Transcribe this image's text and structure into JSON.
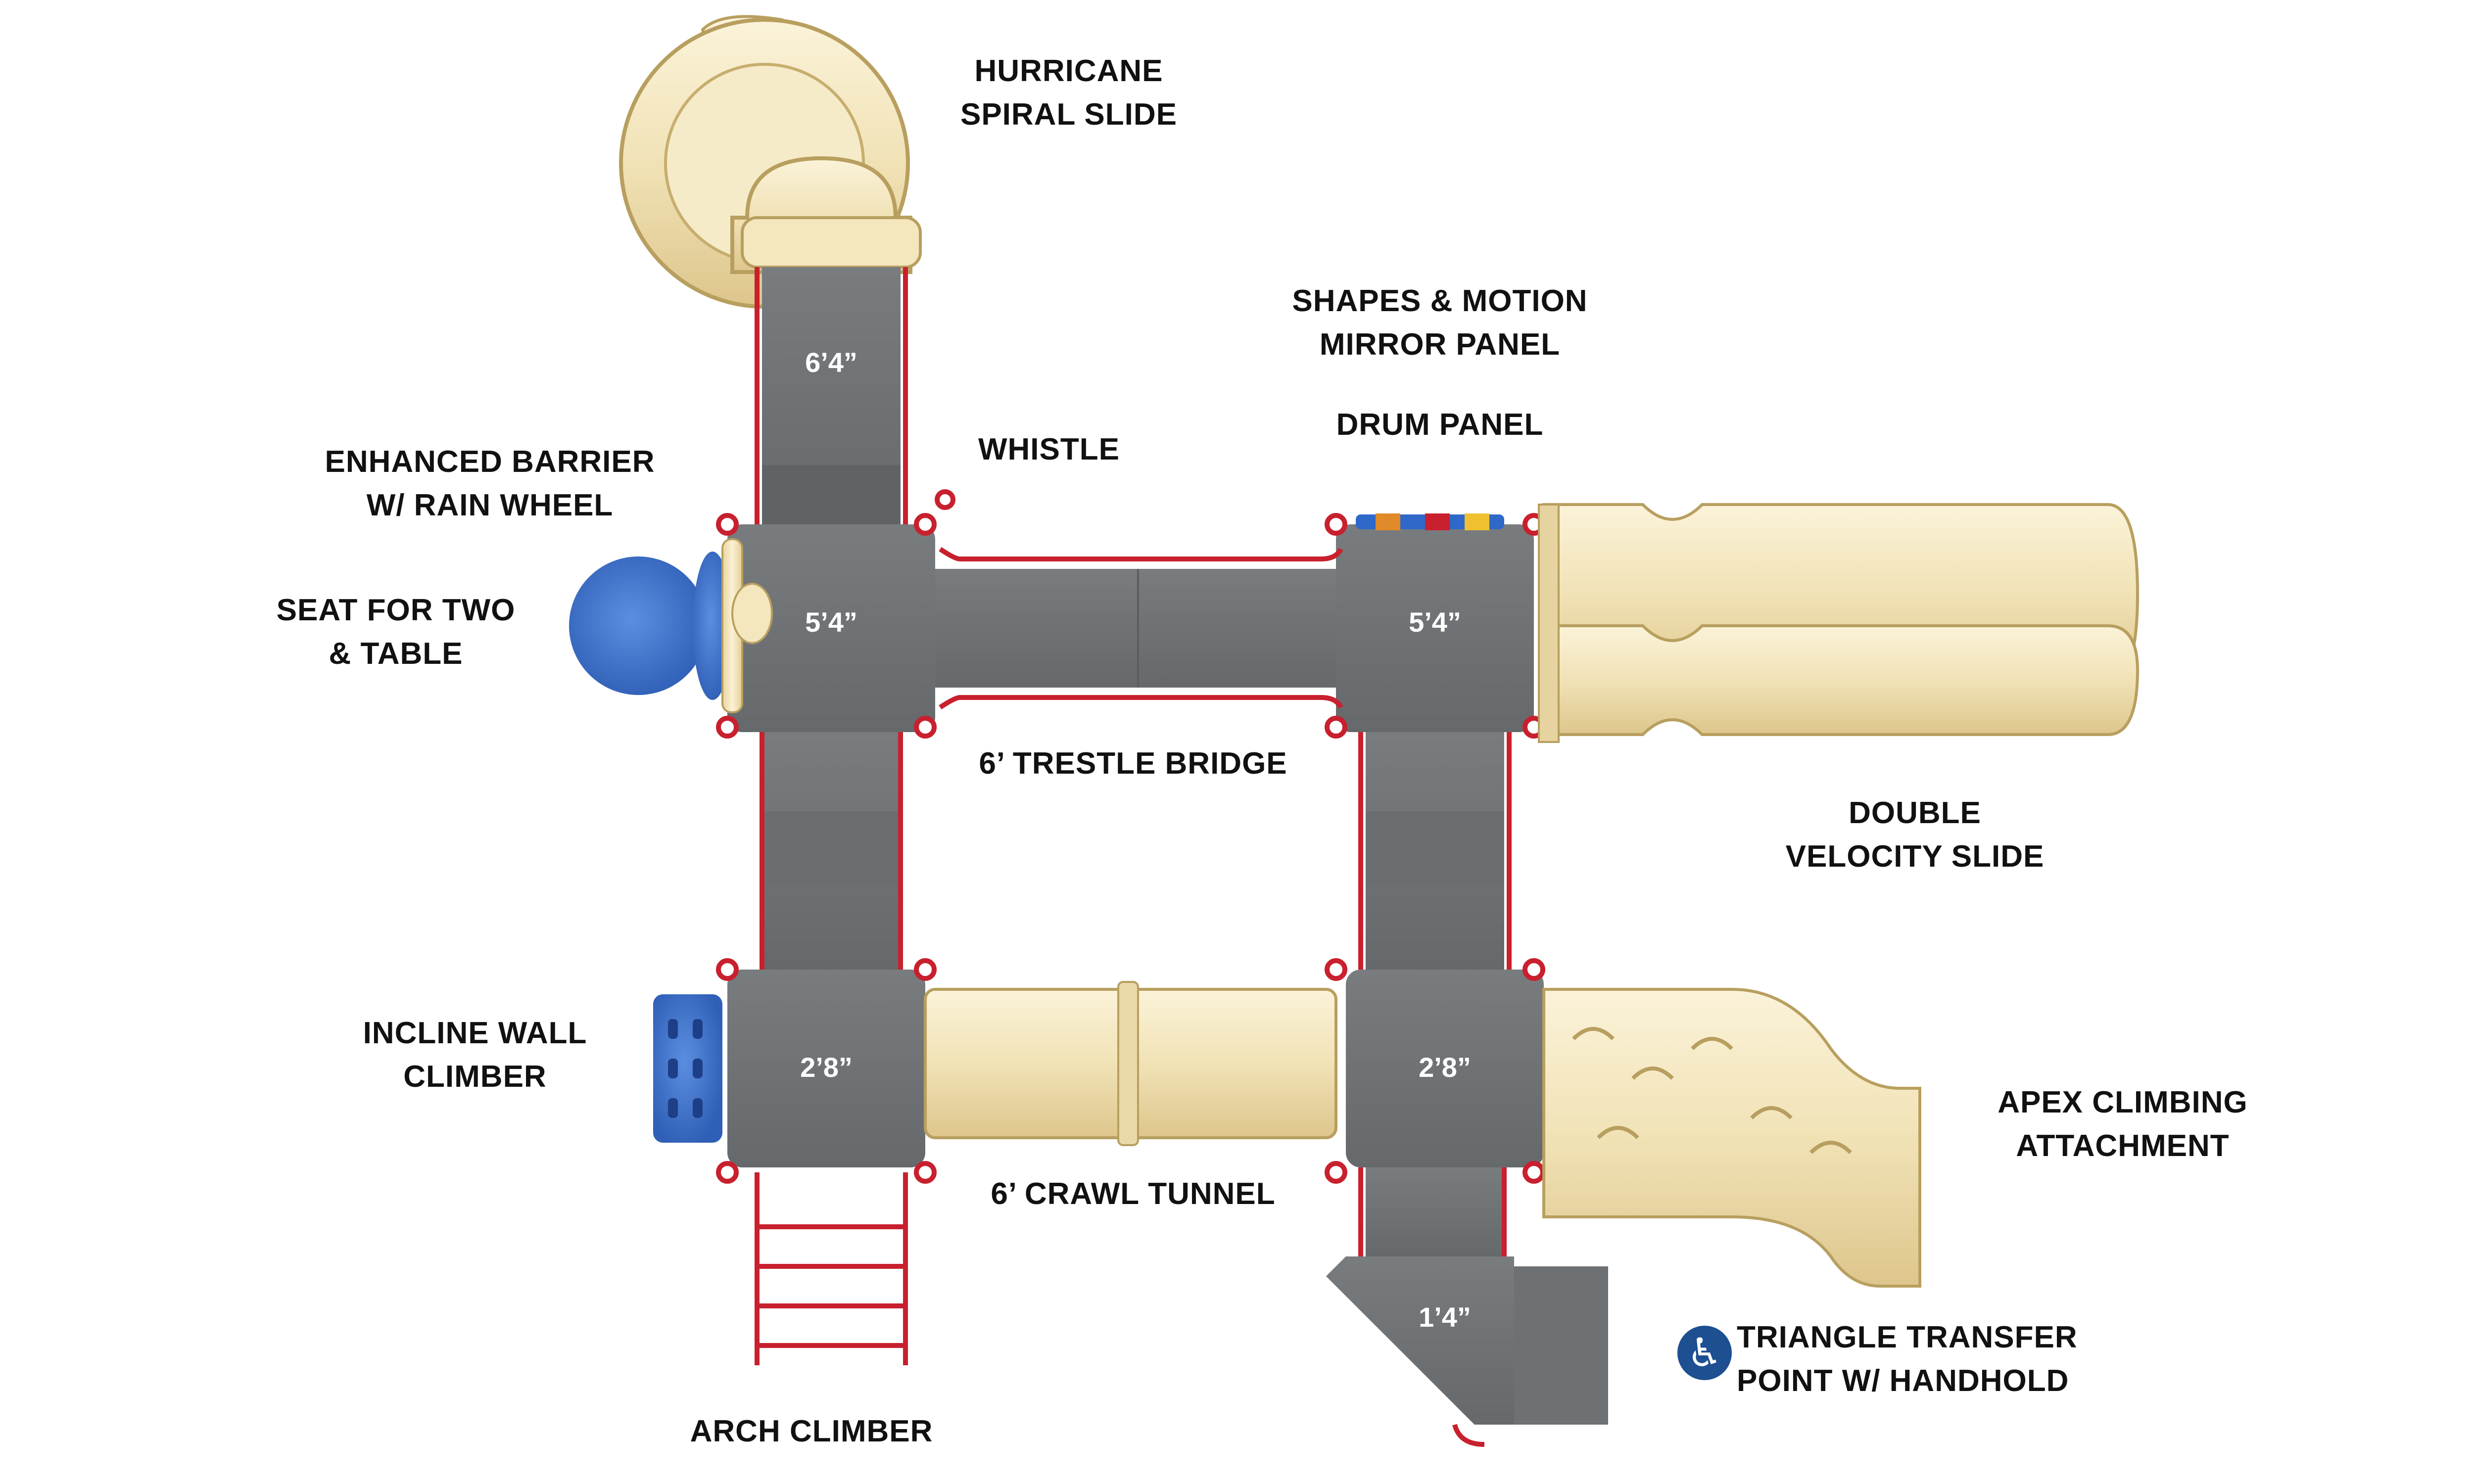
{
  "colors": {
    "deck": "#6f7375",
    "deck_dark": "#5d6163",
    "tan": "#f3e6bf",
    "tan_dark": "#d9c48c",
    "rail_red": "#c8202e",
    "blue": "#2f68c9",
    "a11y_blue": "#1d4f91"
  },
  "labels": {
    "hurricane_1": "HURRICANE",
    "hurricane_2": "SPIRAL SLIDE",
    "shapes_1": "SHAPES & MOTION",
    "shapes_2": "MIRROR PANEL",
    "drum": "DRUM PANEL",
    "whistle": "WHISTLE",
    "barrier_1": "ENHANCED BARRIER",
    "barrier_2": "W/ RAIN WHEEL",
    "seat_1": "SEAT FOR TWO",
    "seat_2": "& TABLE",
    "trestle": "6’ TRESTLE BRIDGE",
    "double_1": "DOUBLE",
    "double_2": "VELOCITY SLIDE",
    "incline_1": "INCLINE WALL",
    "incline_2": "CLIMBER",
    "apex_1": "APEX CLIMBING",
    "apex_2": "ATTACHMENT",
    "crawl": "6’ CRAWL TUNNEL",
    "triangle_1": "TRIANGLE TRANSFER",
    "triangle_2": "POINT W/ HANDHOLD",
    "arch": "ARCH CLIMBER"
  },
  "heights": {
    "top_deck": "6’4”",
    "left_mid_deck": "5’4”",
    "right_mid_deck": "5’4”",
    "left_low_deck": "2’8”",
    "right_low_deck": "2’8”",
    "transfer_deck": "1’4”"
  },
  "icons": {
    "accessibility": "wheelchair-icon"
  }
}
